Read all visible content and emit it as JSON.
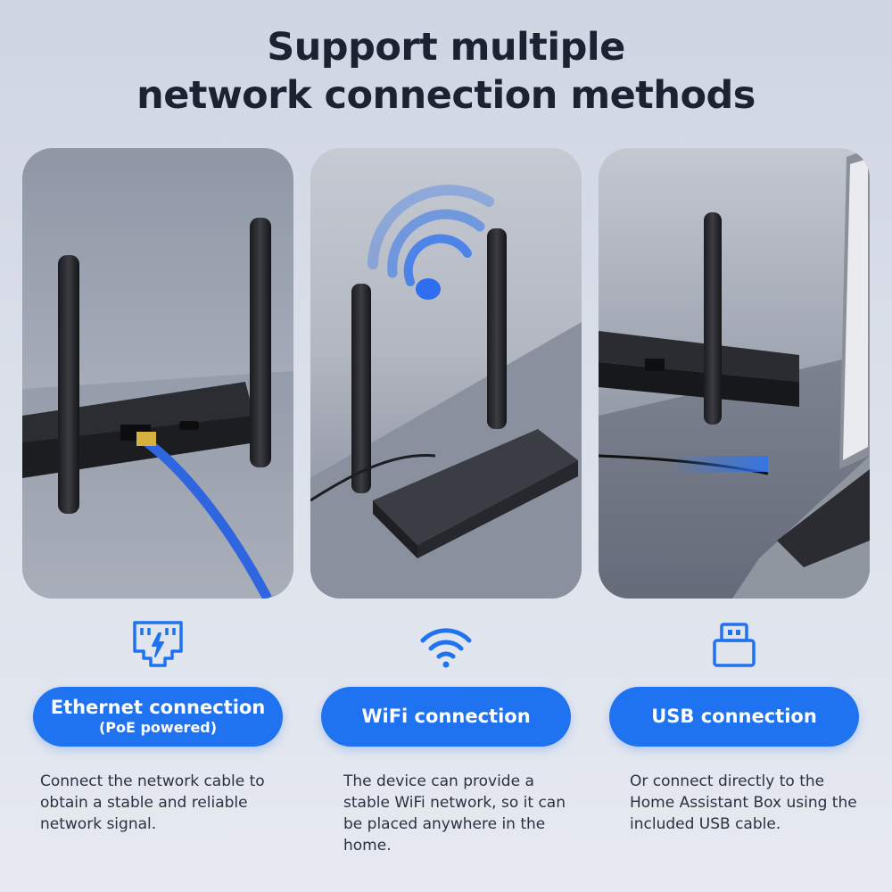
{
  "header": {
    "title_line1": "Support multiple",
    "title_line2": "network connection methods"
  },
  "colors": {
    "accent": "#1f72f0",
    "title": "#1b2231",
    "background": "#d9dee8"
  },
  "methods": [
    {
      "icon": "ethernet-port-icon",
      "label": "Ethernet connection",
      "sublabel": "(PoE powered)",
      "description": "Connect the network cable to obtain a stable and reliable network signal."
    },
    {
      "icon": "wifi-icon",
      "label": "WiFi connection",
      "sublabel": "",
      "description": "The device can provide a stable WiFi network, so it can be placed anywhere in the home."
    },
    {
      "icon": "usb-icon",
      "label": "USB connection",
      "sublabel": "",
      "description": "Or connect directly to the Home Assistant Box using the included USB cable."
    }
  ]
}
